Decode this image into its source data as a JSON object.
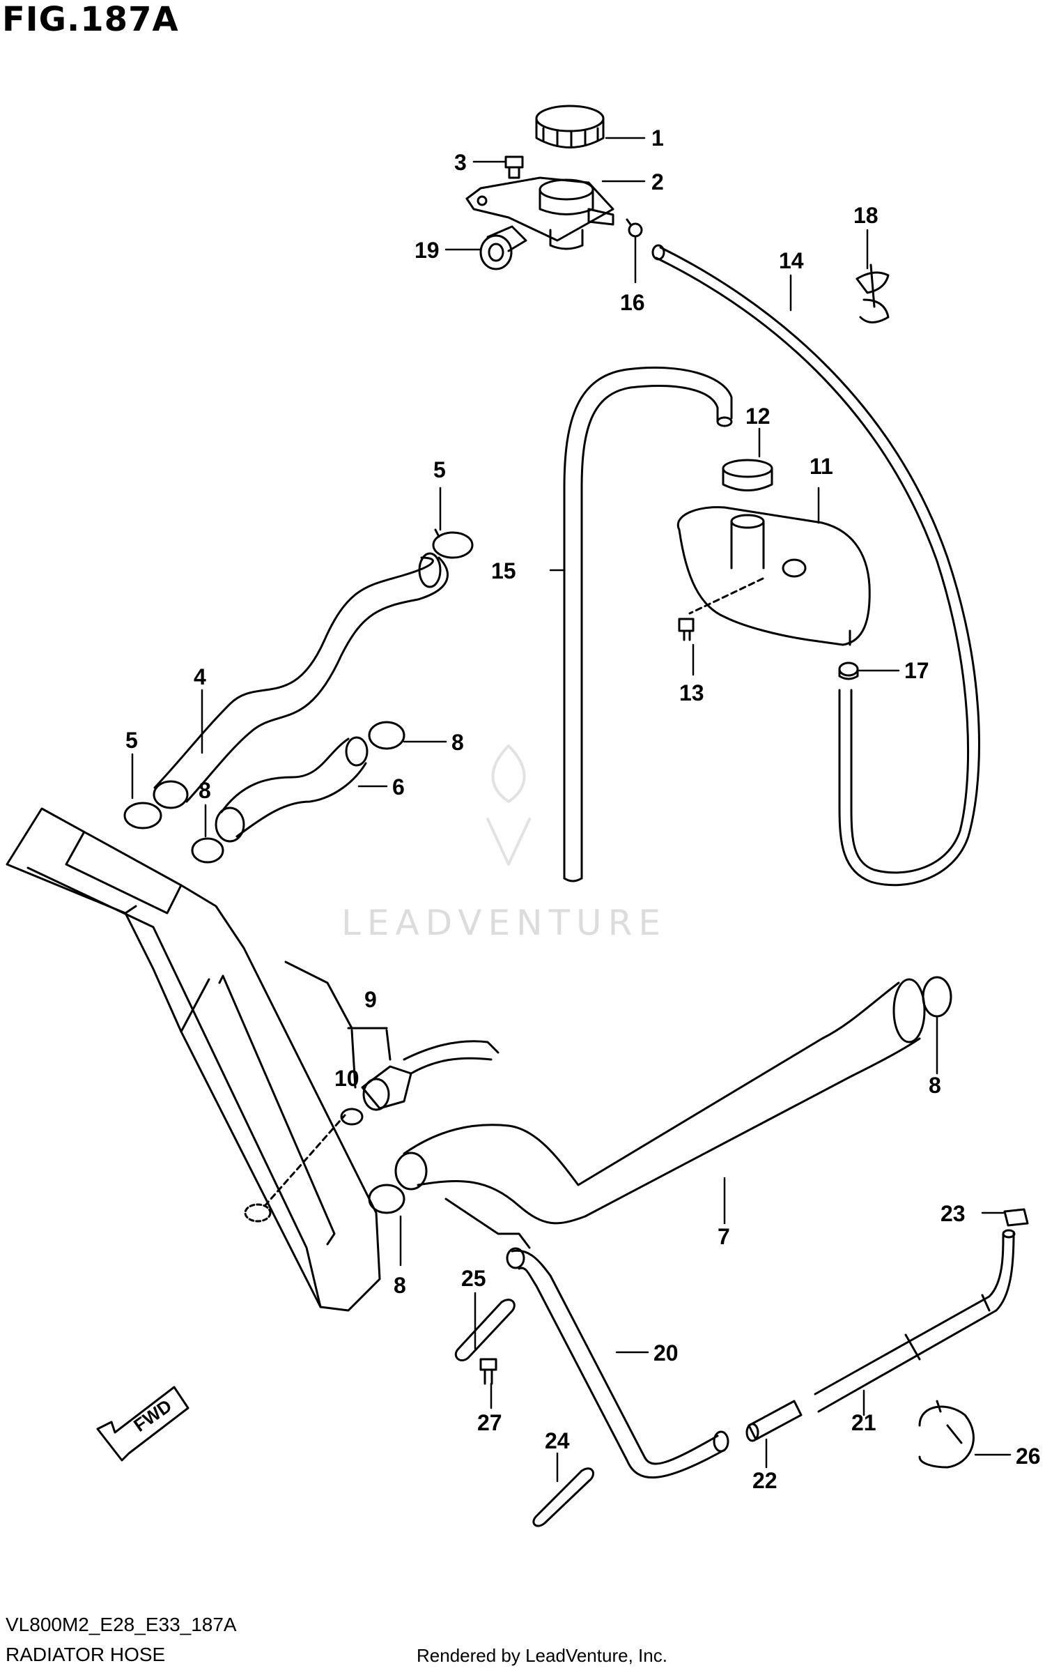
{
  "figure": {
    "title": "FIG.187A",
    "code": "VL800M2_E28_E33_187A",
    "name": "RADIATOR HOSE",
    "rendered_by": "Rendered by LeadVenture, Inc.",
    "watermark": "LEADVENTURE",
    "fwd_label": "FWD"
  },
  "callouts": [
    "1",
    "2",
    "3",
    "16",
    "19",
    "18",
    "14",
    "12",
    "11",
    "15",
    "5",
    "4",
    "13",
    "17",
    "5",
    "8",
    "6",
    "8",
    "9",
    "10",
    "8",
    "7",
    "8",
    "23",
    "25",
    "20",
    "27",
    "21",
    "24",
    "22",
    "26"
  ]
}
